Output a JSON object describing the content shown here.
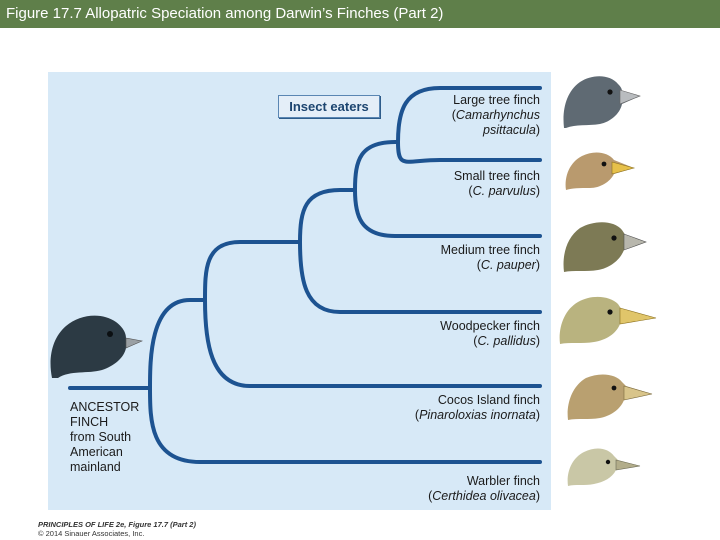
{
  "title": "Figure 17.7  Allopatric Speciation among Darwin’s Finches (Part 2)",
  "badge": "Insect eaters",
  "ancestor": {
    "lines": [
      "ANCESTOR",
      "FINCH",
      "from South",
      "American",
      "mainland"
    ]
  },
  "finches": [
    {
      "common": "Large tree finch",
      "sci_open": "(",
      "sci": "Camarhynchus",
      "sci2": "psittacula",
      "sci_close": ")",
      "color": "#5f6a73"
    },
    {
      "common": "Small tree finch",
      "sci_open": "(",
      "sci": "C. parvulus",
      "sci2": "",
      "sci_close": ")",
      "color": "#b99a6e"
    },
    {
      "common": "Medium tree finch",
      "sci_open": "(",
      "sci": "C. pauper",
      "sci2": "",
      "sci_close": ")",
      "color": "#7d7a55"
    },
    {
      "common": "Woodpecker finch",
      "sci_open": "(",
      "sci": "C. pallidus",
      "sci2": "",
      "sci_close": ")",
      "color": "#b9b37f"
    },
    {
      "common": "Cocos Island finch",
      "sci_open": "(",
      "sci": "Pinaroloxias inornata",
      "sci2": "",
      "sci_close": ")",
      "color": "#b9a070"
    },
    {
      "common": "Warbler finch",
      "sci_open": "(",
      "sci": "Certhidea olivacea",
      "sci2": "",
      "sci_close": ")",
      "color": "#c9c7a6"
    }
  ],
  "ancestor_color": "#2c3a44",
  "branch_color": "#1d5391",
  "footer": {
    "book": "PRINCIPLES OF LIFE 2e, Figure 17.7 (Part 2)",
    "copyright": "© 2014 Sinauer Associates, Inc."
  }
}
